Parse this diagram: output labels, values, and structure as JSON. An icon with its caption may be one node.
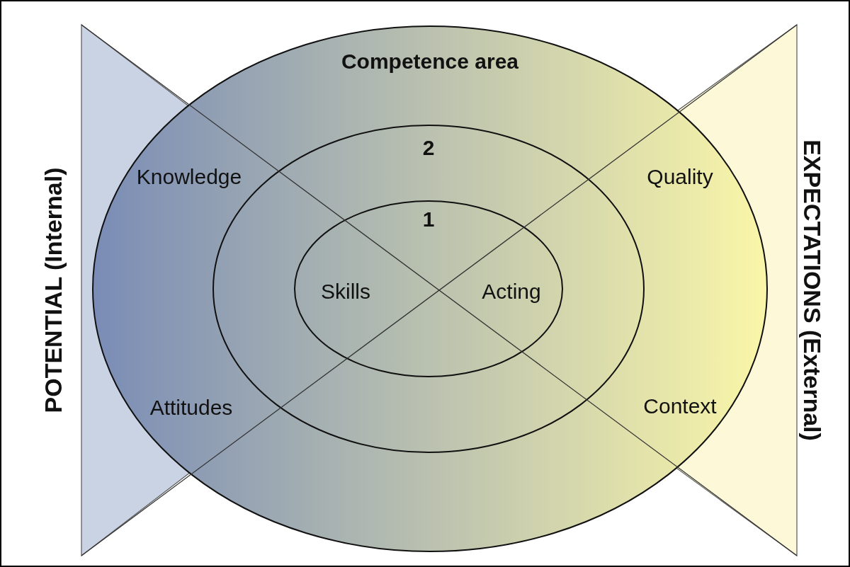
{
  "diagram": {
    "nodes": [
      {
        "text": [
          "Competence area"
        ]
      },
      {
        "text": [
          "2"
        ],
        "in": 0
      },
      {
        "text": [
          "1"
        ],
        "in": 1
      }
    ],
    "labels": [
      "POTENTIAL (Internal)",
      "Knowledge",
      "Quality",
      "Skills",
      "Acting",
      "Attitudes",
      "Context",
      "EXPECTATIONS (External)"
    ]
  }
}
